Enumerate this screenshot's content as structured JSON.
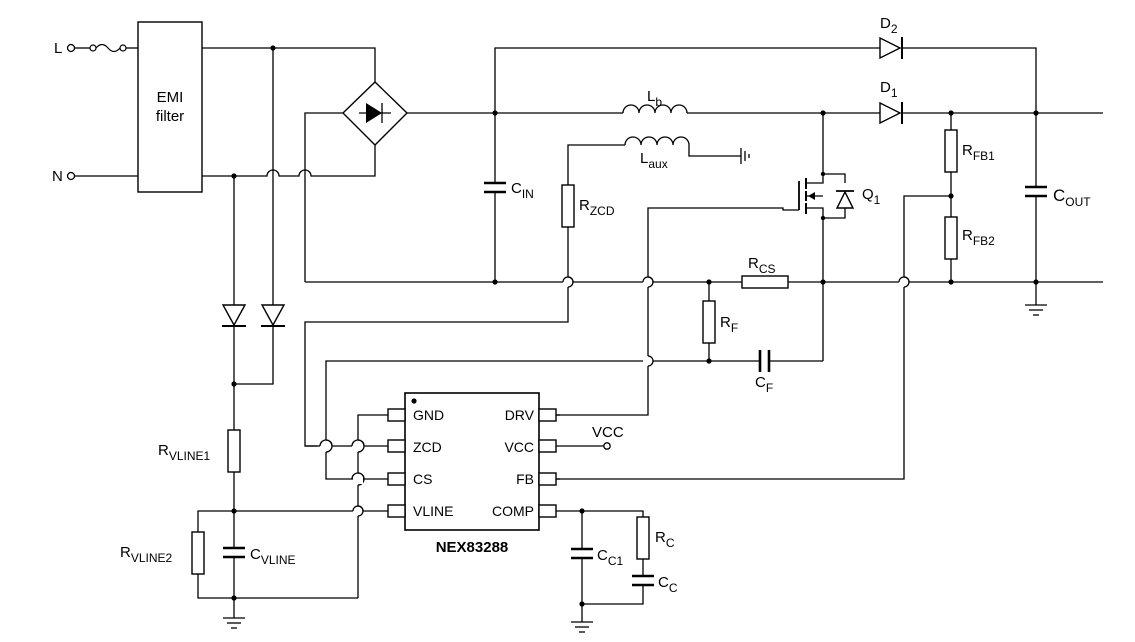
{
  "labels": {
    "L": "L",
    "N": "N",
    "emi_line1": "EMI",
    "emi_line2": "filter",
    "D2_base": "D",
    "D2_sub": "2",
    "D1_base": "D",
    "D1_sub": "1",
    "Lb_base": "L",
    "Lb_sub": "b",
    "Laux_base": "L",
    "Laux_sub": "aux",
    "CIN_base": "C",
    "CIN_sub": "IN",
    "RZCD_base": "R",
    "RZCD_sub": "ZCD",
    "Q1_base": "Q",
    "Q1_sub": "1",
    "RFB1_base": "R",
    "RFB1_sub": "FB1",
    "RFB2_base": "R",
    "RFB2_sub": "FB2",
    "COUT_base": "C",
    "COUT_sub": "OUT",
    "RCS_base": "R",
    "RCS_sub": "CS",
    "RF_base": "R",
    "RF_sub": "F",
    "CF_base": "C",
    "CF_sub": "F",
    "RVLINE1_base": "R",
    "RVLINE1_sub": "VLINE1",
    "RVLINE2_base": "R",
    "RVLINE2_sub": "VLINE2",
    "CVLINE_base": "C",
    "CVLINE_sub": "VLINE",
    "CC1_base": "C",
    "CC1_sub": "C1",
    "RC_base": "R",
    "RC_sub": "C",
    "CC_base": "C",
    "CC_sub": "C",
    "vcc_net": "VCC"
  },
  "ic": {
    "name": "NEX83288",
    "pins_left": [
      "GND",
      "ZCD",
      "CS",
      "VLINE"
    ],
    "pins_right": [
      "DRV",
      "VCC",
      "FB",
      "COMP"
    ]
  }
}
